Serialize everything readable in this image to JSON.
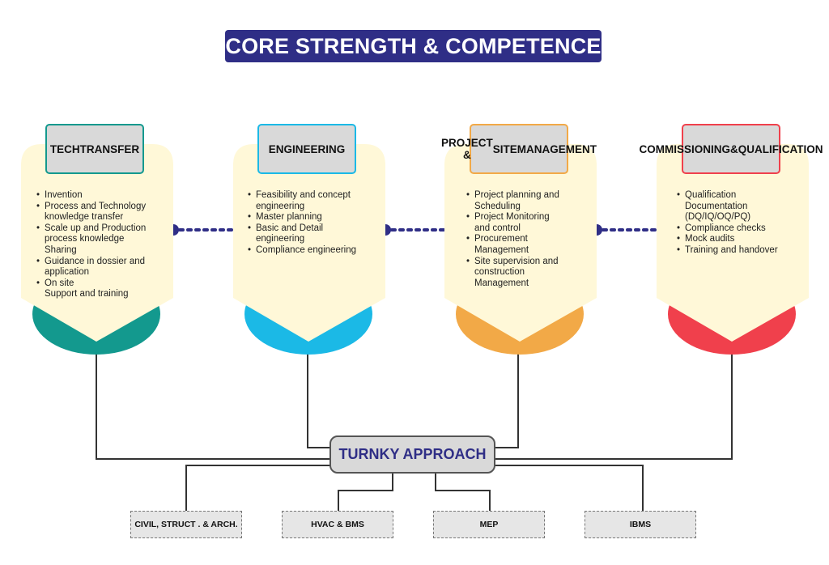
{
  "title": "CORE STRENGTH & COMPETENCE",
  "colors": {
    "title_bg": "#2f2e86",
    "card_fill": "#fff8d8",
    "connector_dot": "#2f2e86",
    "line": "#333333"
  },
  "cards": [
    {
      "heading": [
        "TECH",
        "TRANSFER"
      ],
      "accent": "#13998e",
      "items": [
        [
          "Invention"
        ],
        [
          "Process and Technology",
          "knowledge transfer"
        ],
        [
          "Scale up and Production",
          "process knowledge",
          "Sharing"
        ],
        [
          "Guidance in dossier and",
          "application"
        ],
        [
          "On site",
          "Support and training"
        ]
      ]
    },
    {
      "heading": [
        "ENGINEERING"
      ],
      "accent": "#1bb9e6",
      "items": [
        [
          "Feasibility and concept",
          "engineering"
        ],
        [
          "Master planning"
        ],
        [
          "Basic and Detail",
          "engineering"
        ],
        [
          "Compliance engineering"
        ]
      ]
    },
    {
      "heading": [
        "PROJECT &",
        "SITE",
        "MANAGEMENT"
      ],
      "accent": "#f2a947",
      "items": [
        [
          "Project planning and",
          "Scheduling"
        ],
        [
          "Project Monitoring",
          "and control"
        ],
        [
          "Procurement",
          "Management"
        ],
        [
          "Site supervision and",
          "construction",
          "Management"
        ]
      ]
    },
    {
      "heading": [
        "COMMISSIONING",
        "&",
        "QUALIFICATION"
      ],
      "accent": "#f0404c",
      "items": [
        [
          "Qualification",
          "Documentation",
          "(DQ/IQ/OQ/PQ)"
        ],
        [
          "Compliance checks"
        ],
        [
          "Mock audits"
        ],
        [
          "Training and handover"
        ]
      ]
    }
  ],
  "center": "TURNKY APPROACH",
  "sub_boxes": [
    "CIVIL, STRUCT . & ARCH.",
    "HVAC & BMS",
    "MEP",
    "IBMS"
  ]
}
